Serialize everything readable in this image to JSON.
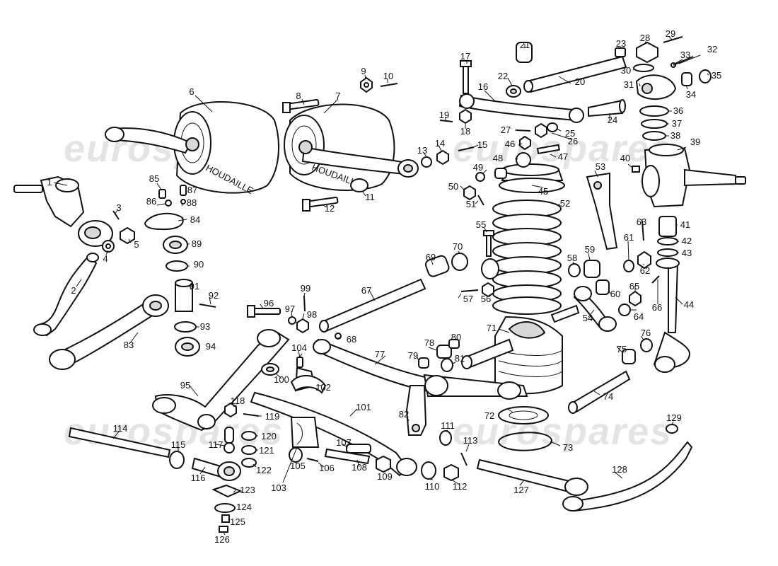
{
  "watermarks": [
    "eurospares",
    "eurospares",
    "eurospares",
    "eurospares"
  ],
  "callouts": [
    "1",
    "2",
    "3",
    "4",
    "5",
    "6",
    "7",
    "8",
    "9",
    "10",
    "11",
    "12",
    "13",
    "14",
    "15",
    "16",
    "17",
    "18",
    "19",
    "20",
    "21",
    "22",
    "23",
    "24",
    "25",
    "26",
    "27",
    "28",
    "29",
    "30",
    "31",
    "32",
    "33",
    "34",
    "35",
    "36",
    "37",
    "38",
    "39",
    "40",
    "41",
    "42",
    "43",
    "44",
    "45",
    "46",
    "47",
    "48",
    "49",
    "50",
    "51",
    "52",
    "53",
    "54",
    "55",
    "56",
    "57",
    "58",
    "59",
    "60",
    "61",
    "62",
    "63",
    "64",
    "65",
    "66",
    "67",
    "68",
    "69",
    "70",
    "71",
    "72",
    "73",
    "74",
    "75",
    "76",
    "77",
    "78",
    "79",
    "80",
    "81",
    "82",
    "83",
    "84",
    "85",
    "86",
    "87",
    "88",
    "89",
    "90",
    "91",
    "92",
    "93",
    "94",
    "95",
    "96",
    "97",
    "98",
    "99",
    "100",
    "101",
    "102",
    "103",
    "104",
    "105",
    "106",
    "107",
    "108",
    "109",
    "110",
    "111",
    "112",
    "113",
    "114",
    "115",
    "116",
    "117",
    "118",
    "119",
    "120",
    "121",
    "122",
    "123",
    "124",
    "125",
    "126",
    "127",
    "128",
    "129"
  ],
  "damper_lettering": [
    "HOUDAILLE",
    "HOUDAILLE"
  ]
}
